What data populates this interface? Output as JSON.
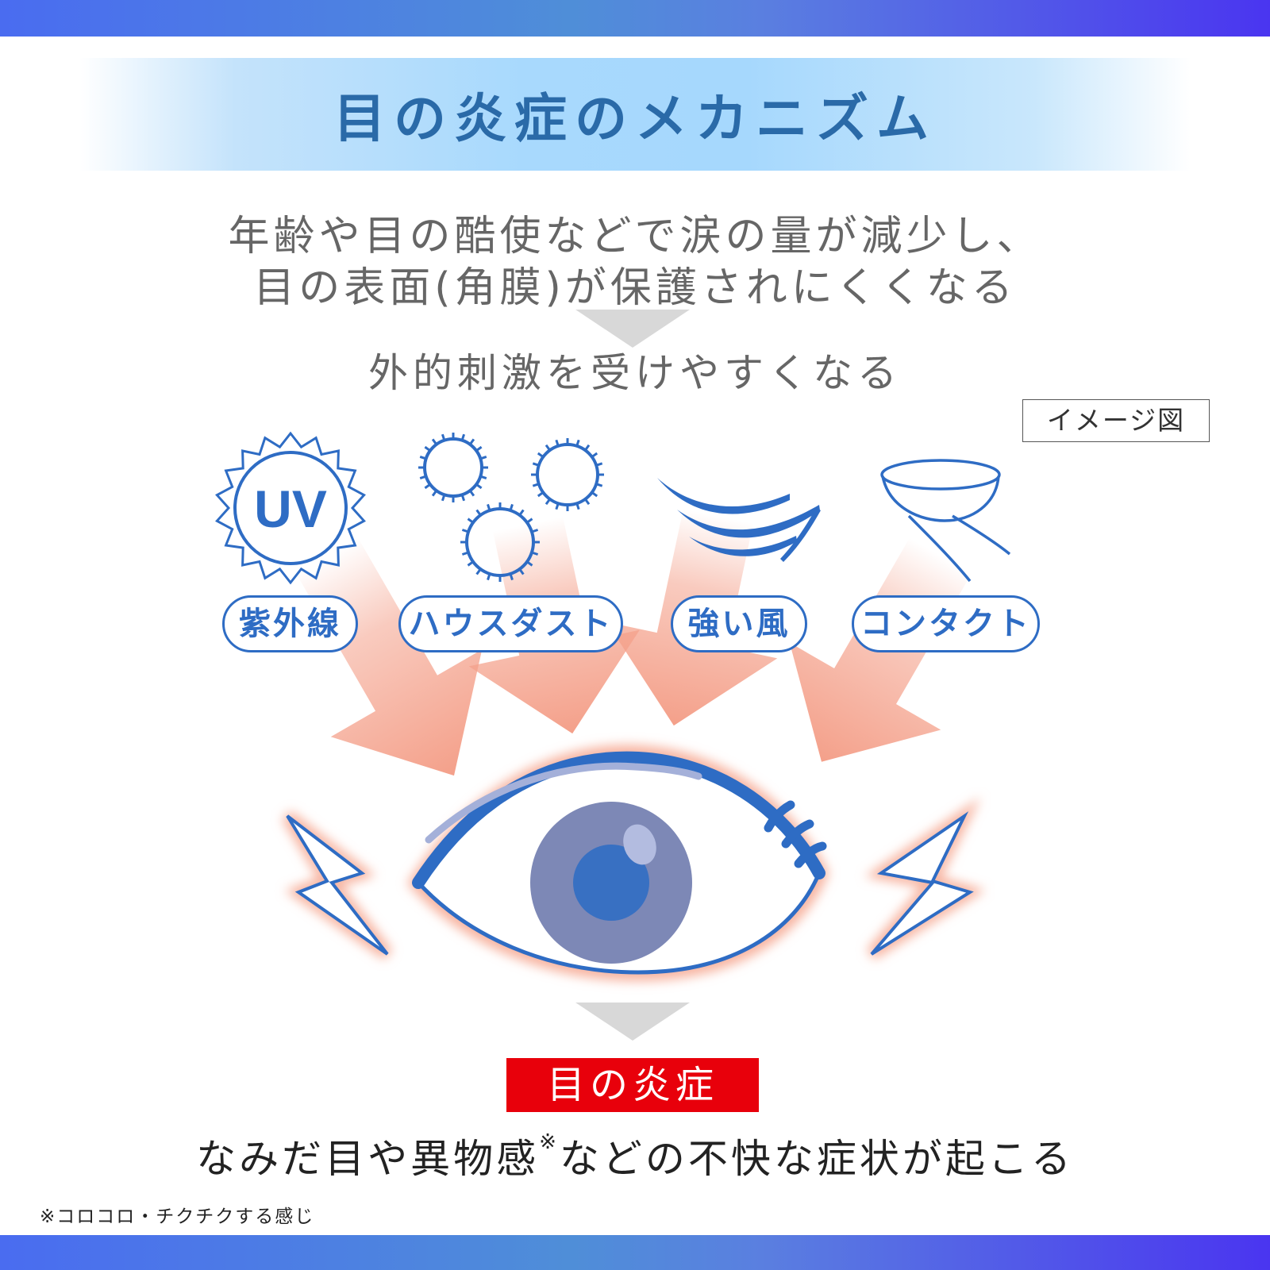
{
  "title": "目の炎症のメカニズム",
  "intro": {
    "line1": "年齢や目の酷使などで涙の量が減少し、",
    "line2": "目の表面(角膜)が保護されにくくなる"
  },
  "stimulus_text": "外的刺激を受けやすくなる",
  "image_tag": "イメージ図",
  "factors": {
    "uv_icon_text": "UV",
    "uv_label": "紫外線",
    "dust_label": "ハウスダスト",
    "wind_label": "強い風",
    "contact_label": "コンタクト"
  },
  "result": {
    "label": "目の炎症",
    "symptom_main": "なみだ目や異物感",
    "symptom_mark": "※",
    "symptom_rest": "などの不快な症状が起こる"
  },
  "footnote": "※コロコロ・チクチクする感じ",
  "colors": {
    "icon_blue": "#2e6cc4",
    "title_blue": "#2a6aa8",
    "result_red": "#e8000b",
    "arrow_salmon": "#f4a08a"
  }
}
